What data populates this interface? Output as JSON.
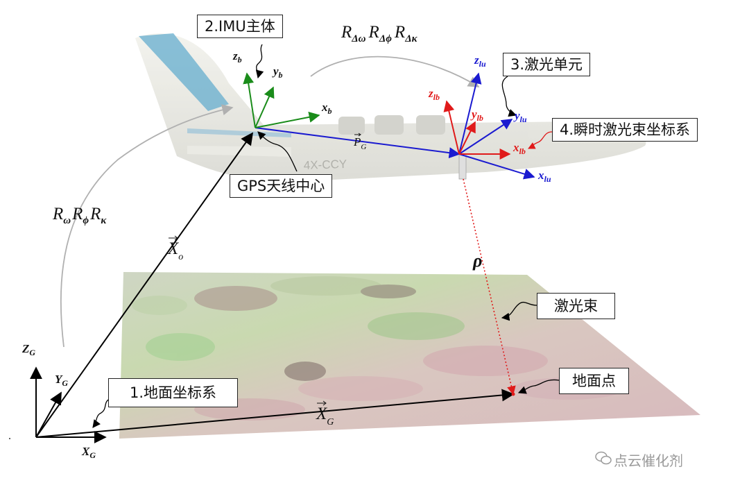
{
  "labels": {
    "imu": "2.IMU主体",
    "laser_unit": "3.激光单元",
    "beam_frame": "4.瞬时激光束坐标系",
    "gps": "GPS天线中心",
    "ground_frame": "1.地面坐标系",
    "laser_beam": "激光束",
    "ground_point": "地面点"
  },
  "plane_registration": "4X-CCY",
  "formulas": {
    "R_top": [
      "R",
      "Δω",
      "R",
      "Δϕ",
      "R",
      "Δκ"
    ],
    "R_left": [
      "R",
      "ω",
      "R",
      "ϕ",
      "R",
      "κ"
    ]
  },
  "vectors": {
    "X_o": [
      "X",
      "o"
    ],
    "X_G": [
      "X",
      "G"
    ],
    "P_G": [
      "P",
      "G"
    ],
    "rho": "ρ"
  },
  "axes": {
    "ground": [
      [
        "Z",
        "G"
      ],
      [
        "Y",
        "G"
      ],
      [
        "X",
        "G"
      ]
    ],
    "body": [
      [
        "z",
        "b"
      ],
      [
        "y",
        "b"
      ],
      [
        "x",
        "b"
      ]
    ],
    "laser_unit": [
      [
        "z",
        "lu"
      ],
      [
        "y",
        "lu"
      ],
      [
        "x",
        "lu"
      ]
    ],
    "laser_beam": [
      [
        "z",
        "lb"
      ],
      [
        "y",
        "lb"
      ],
      [
        "x",
        "lb"
      ]
    ]
  },
  "watermark": "点云催化剂",
  "colors": {
    "body_axes": "#1a8c1a",
    "laser_unit_axes": "#1a1ad0",
    "laser_beam_axes": "#e01a1a",
    "vector": "#000000",
    "P_G_vector": "#1a1ad0",
    "curve_arrow": "#b0b0b0"
  }
}
